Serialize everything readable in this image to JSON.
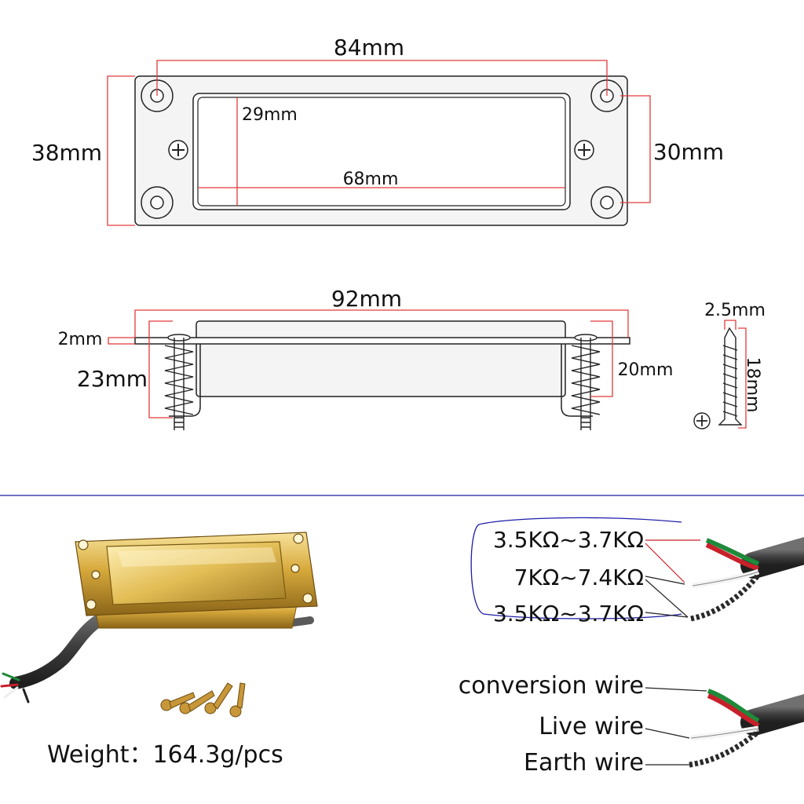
{
  "top_view": {
    "width_label": "84mm",
    "height_label": "38mm",
    "inner_height_label": "29mm",
    "inner_width_label": "68mm",
    "hole_spacing_label": "30mm"
  },
  "side_view": {
    "length_label": "92mm",
    "plate_thickness_label": "2mm",
    "total_height_label": "23mm",
    "spring_height_label": "20mm"
  },
  "screw": {
    "diameter_label": "2.5mm",
    "length_label": "18mm"
  },
  "product": {
    "weight_label": "Weight：164.3g/pcs"
  },
  "wiring_resistance": {
    "items": [
      "3.5KΩ~3.7KΩ",
      "7KΩ~7.4KΩ",
      "3.5KΩ~3.7KΩ"
    ]
  },
  "wiring_names": {
    "items": [
      "conversion wire",
      "Live wire",
      "Earth wire"
    ]
  },
  "colors": {
    "dimension_line": "#e23b3b",
    "divider": "#1c1ca8",
    "gold": "#d8b04a",
    "cable": "#3a3a3a",
    "wire_green": "#1e8a3a",
    "wire_red": "#c8202a",
    "wire_white": "#f4f4f4"
  }
}
